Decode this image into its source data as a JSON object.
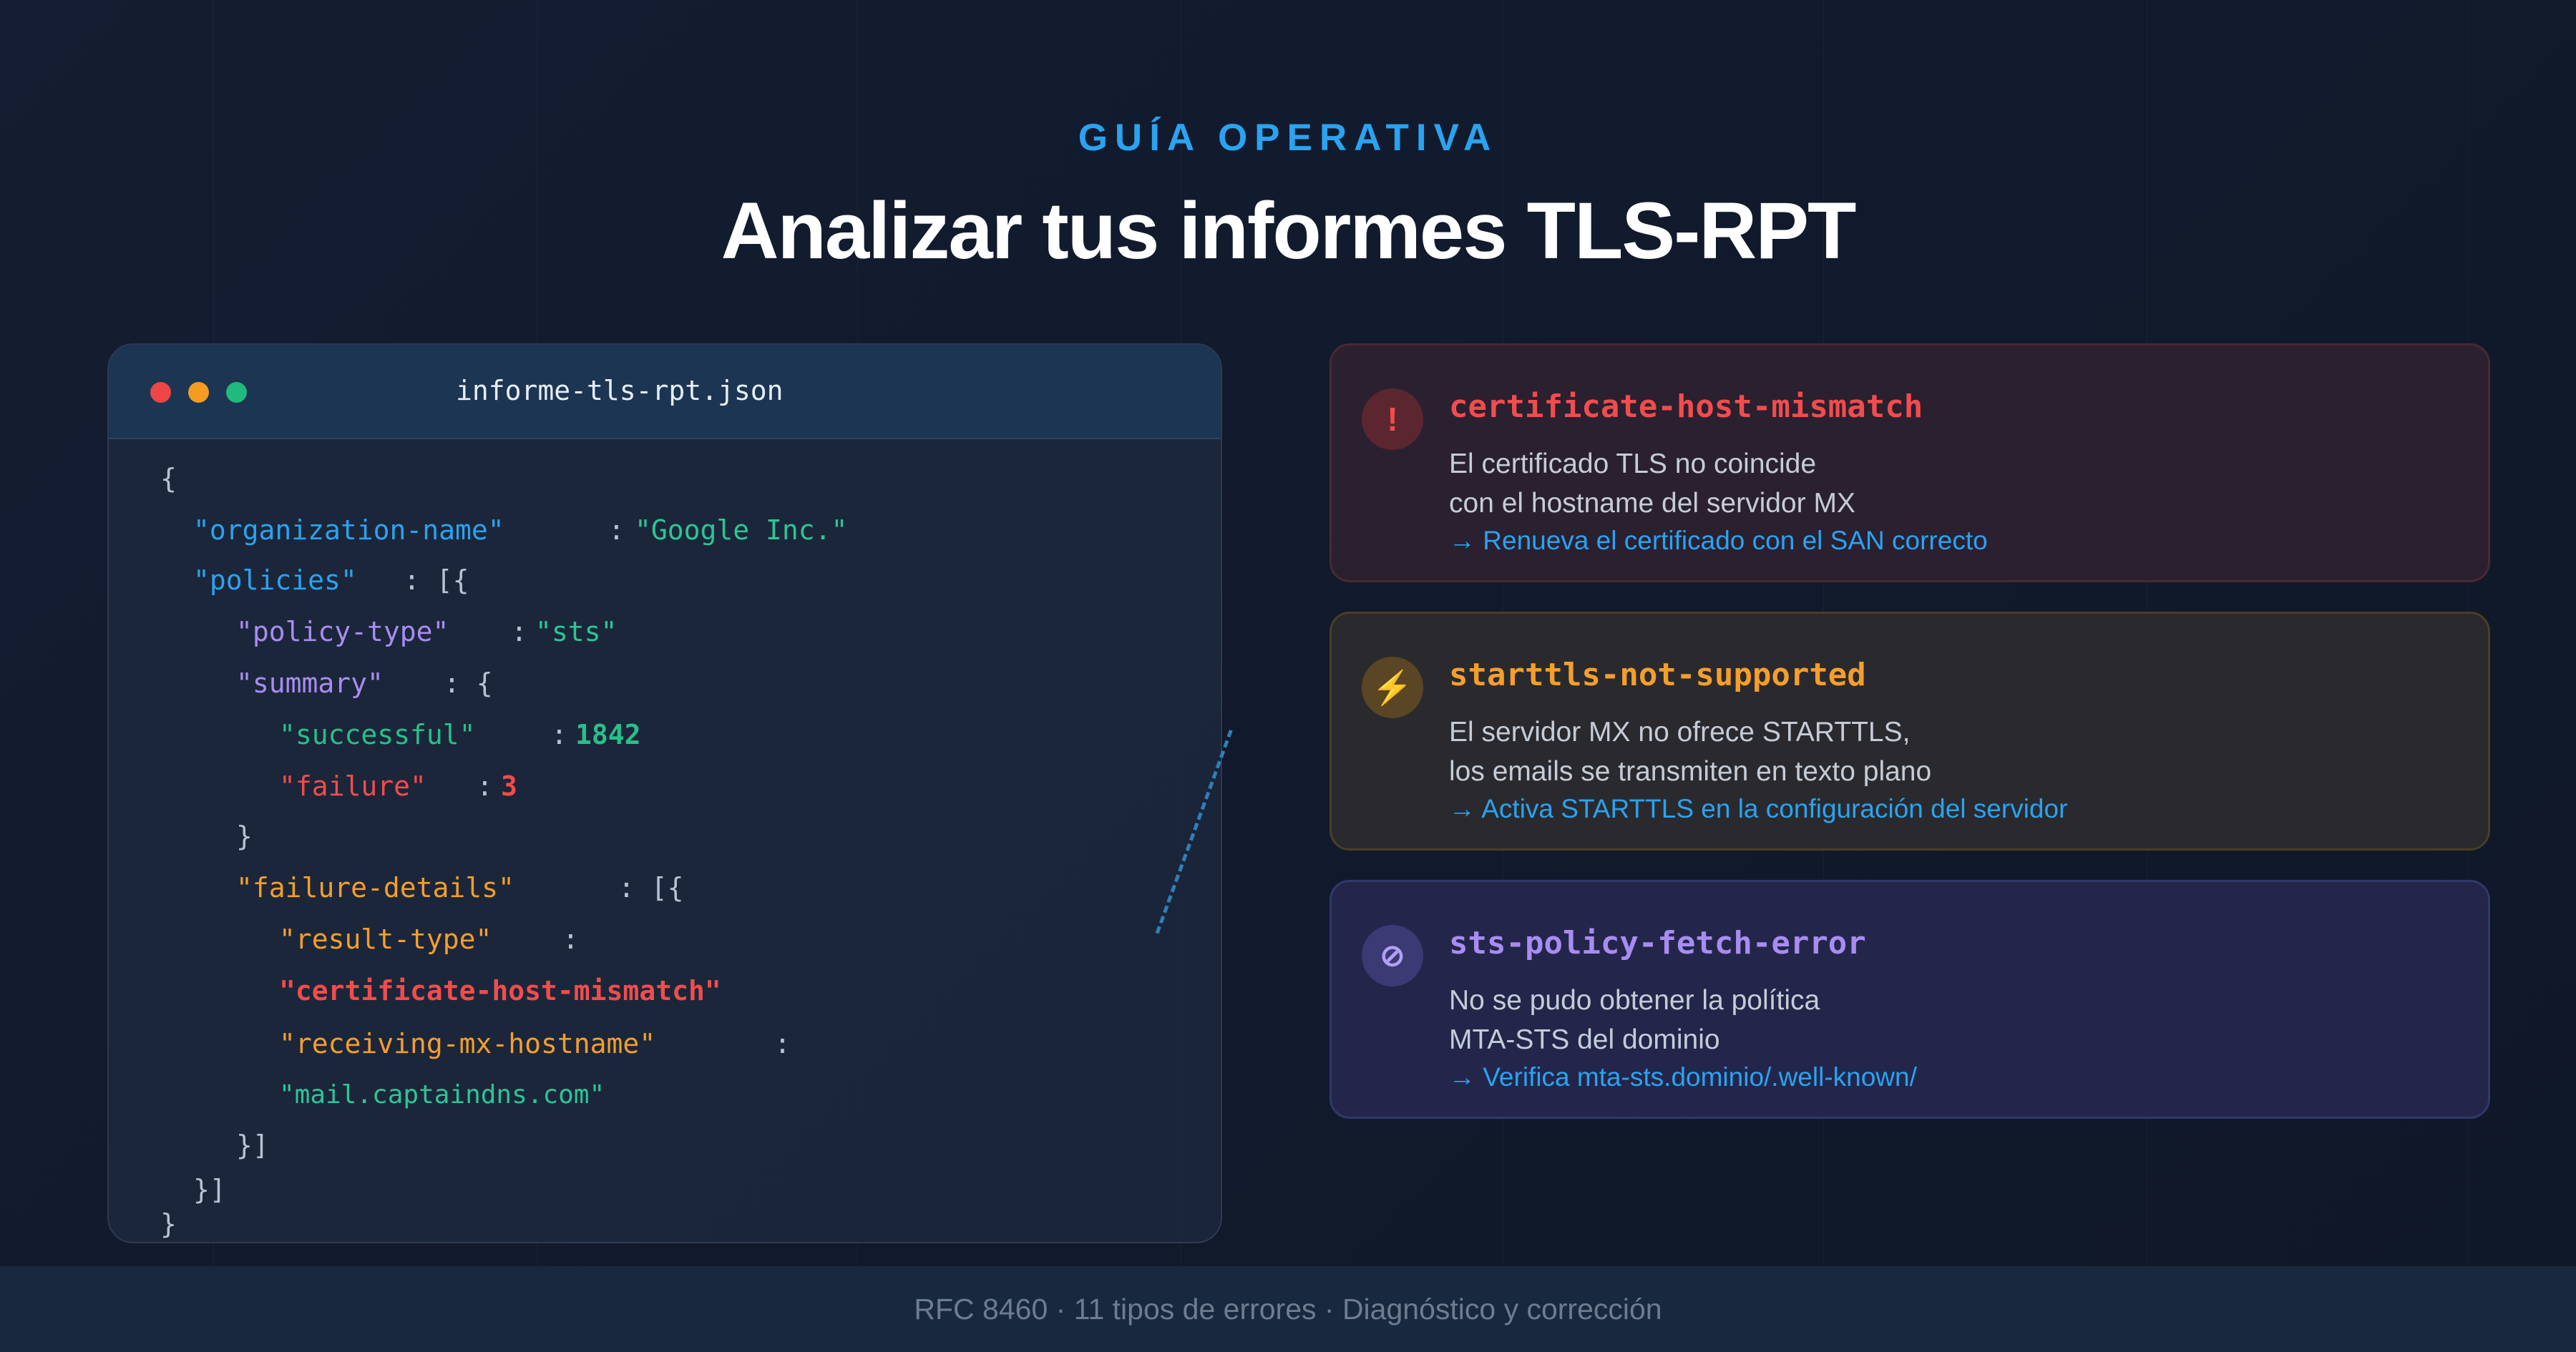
{
  "header": {
    "eyebrow": "GUÍA OPERATIVA",
    "title": "Analizar tus informes TLS-RPT"
  },
  "code_window": {
    "filename": "informe-tls-rpt.json",
    "lines": {
      "l1_open": "{",
      "l2_key": "\"organization-name\"",
      "l2_colon": ":",
      "l2_val": "\"Google Inc.\"",
      "l3_key": "\"policies\"",
      "l3_rest": ": [{",
      "l4_key": "\"policy-type\"",
      "l4_colon": ":",
      "l4_val": "\"sts\"",
      "l5_key": "\"summary\"",
      "l5_rest": ": {",
      "l6_key": "\"successful\"",
      "l6_colon": ":",
      "l6_val": "1842",
      "l7_key": "\"failure\"",
      "l7_colon": ":",
      "l7_val": "3",
      "l8_close": "}",
      "l9_key": "\"failure-details\"",
      "l9_rest": ": [{",
      "l10_key": "\"result-type\"",
      "l10_colon": ":",
      "l11_val": "\"certificate-host-mismatch\"",
      "l12_key": "\"receiving-mx-hostname\"",
      "l12_colon": ":",
      "l13_val": "\"mail.captaindns.com\"",
      "l14_close": "}]",
      "l15_close": "}]",
      "l16_close": "}"
    }
  },
  "cards": [
    {
      "icon": "!",
      "icon_name": "alert-icon",
      "title": "certificate-host-mismatch",
      "desc_line1": "El certificado TLS no coincide",
      "desc_line2": "con el hostname del servidor MX",
      "action": "→ Renueva el certificado con el SAN correcto"
    },
    {
      "icon": "⚡",
      "icon_name": "lightning-icon",
      "title": "starttls-not-supported",
      "desc_line1": "El servidor MX no ofrece STARTTLS,",
      "desc_line2": "los emails se transmiten en texto plano",
      "action": "→ Activa STARTTLS en la configuración del servidor"
    },
    {
      "icon": "⊘",
      "icon_name": "blocked-icon",
      "title": "sts-policy-fetch-error",
      "desc_line1": "No se pudo obtener la política",
      "desc_line2": "MTA-STS del dominio",
      "action": "→ Verifica mta-sts.dominio/.well-known/"
    }
  ],
  "footer": {
    "text": "RFC 8460 · 11 tipos de errores · Diagnóstico y corrección"
  },
  "colors": {
    "accent": "#2aa3f0",
    "error_red": "#f24c4c",
    "warning_orange": "#f59e2b",
    "info_purple": "#a88cf2",
    "success_green": "#27c08a"
  }
}
